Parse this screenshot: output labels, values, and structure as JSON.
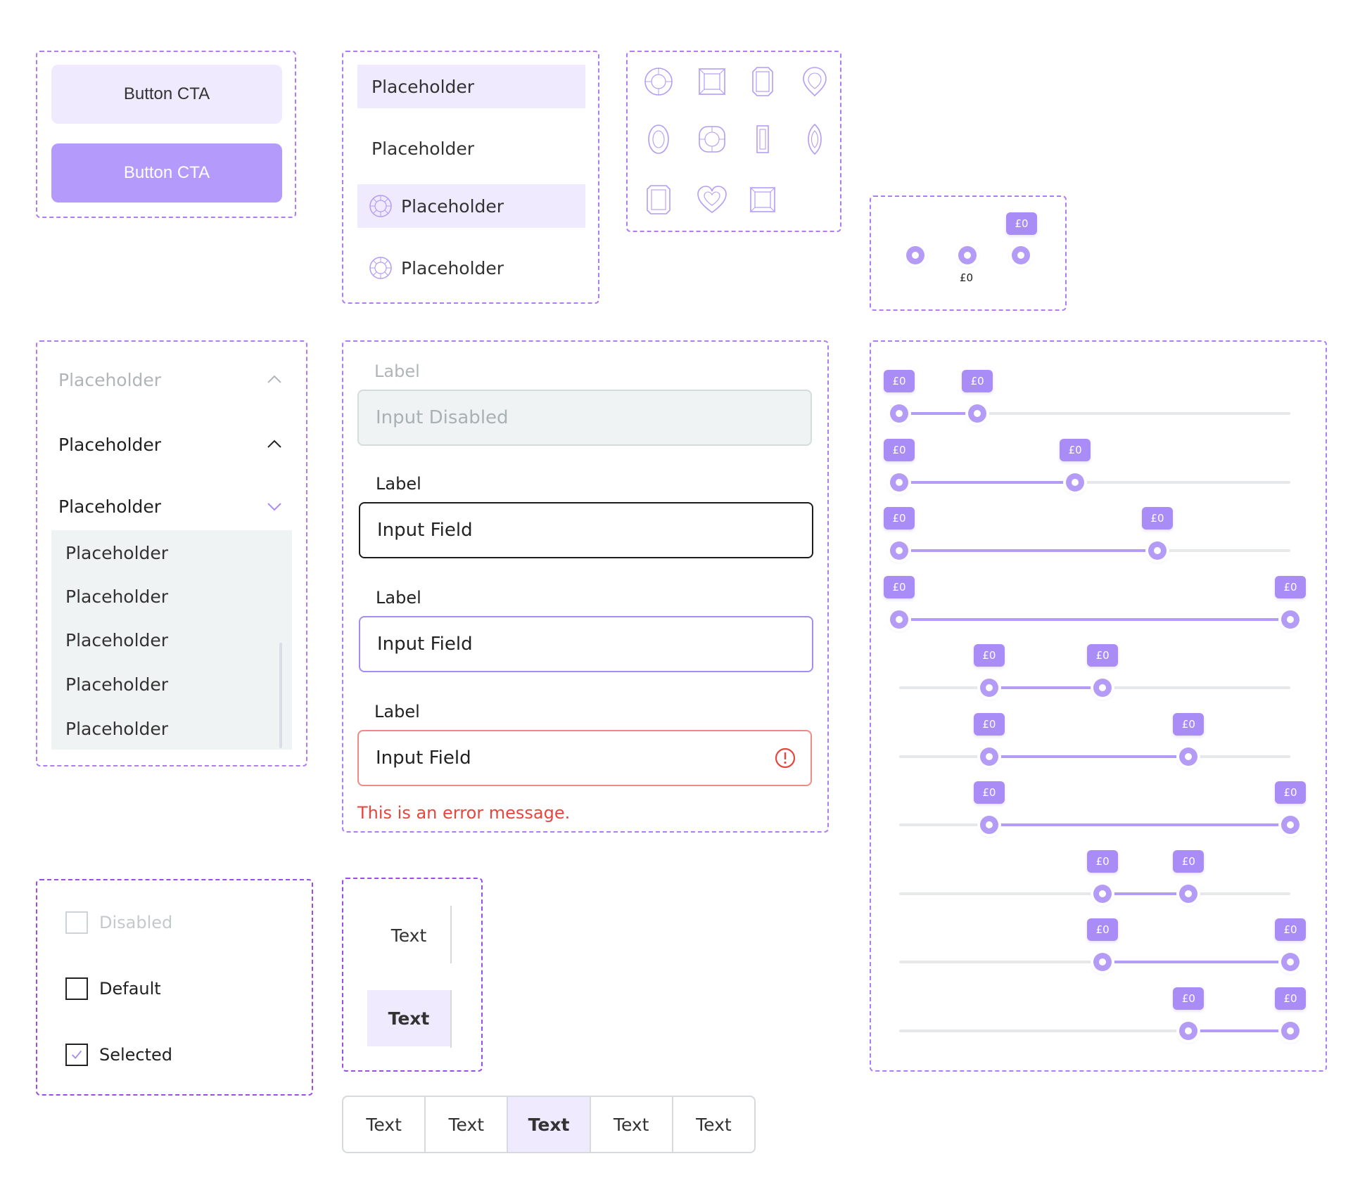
{
  "buttons": {
    "light_label": "Button CTA",
    "solid_label": "Button CTA"
  },
  "list": {
    "items": [
      "Placeholder",
      "Placeholder",
      "Placeholder",
      "Placeholder"
    ]
  },
  "gems": {
    "shapes": [
      "round",
      "princess",
      "emerald",
      "pear",
      "oval",
      "cushion",
      "baguette",
      "marquise",
      "radiant",
      "heart",
      "asscher"
    ]
  },
  "mini_slider": {
    "top_value": "£0",
    "below_value": "£0"
  },
  "accordion": {
    "rows": [
      "Placeholder",
      "Placeholder",
      "Placeholder"
    ],
    "dropdown_items": [
      "Placeholder",
      "Placeholder",
      "Placeholder",
      "Placeholder",
      "Placeholder"
    ]
  },
  "form": {
    "disabled_label": "Label",
    "disabled_value": "Input Disabled",
    "focus_label": "Label",
    "focus_value": "Input Field",
    "purple_label": "Label",
    "purple_value": "Input Field",
    "error_label": "Label",
    "error_value": "Input Field",
    "error_message": "This is an error message."
  },
  "checkboxes": {
    "disabled": "Disabled",
    "default": "Default",
    "selected": "Selected"
  },
  "vertical_tabs": [
    "Text",
    "Text"
  ],
  "segmented": [
    "Text",
    "Text",
    "Text",
    "Text",
    "Text"
  ],
  "range_sliders": {
    "value_label": "£0",
    "rows": [
      {
        "low": 0.0,
        "high": 0.2
      },
      {
        "low": 0.0,
        "high": 0.45
      },
      {
        "low": 0.0,
        "high": 0.66
      },
      {
        "low": 0.0,
        "high": 1.0
      },
      {
        "low": 0.23,
        "high": 0.52
      },
      {
        "low": 0.23,
        "high": 0.74
      },
      {
        "low": 0.23,
        "high": 1.0
      },
      {
        "low": 0.52,
        "high": 0.74
      },
      {
        "low": 0.52,
        "high": 1.0
      },
      {
        "low": 0.74,
        "high": 1.0
      }
    ]
  },
  "colors": {
    "accent": "#b39afb",
    "accent_light": "#efeafd",
    "error": "#e5463e",
    "border_dash": "#b07cf2"
  }
}
